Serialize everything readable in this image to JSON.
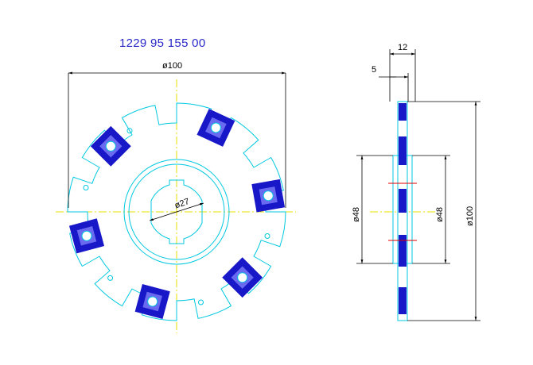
{
  "part_number": "1229 95 155 00",
  "front_view": {
    "outer_diameter_label": "ø100",
    "bore_diameter_label": "ø27",
    "pad_count": 6,
    "pad_angles_deg": [
      -65,
      -10,
      45,
      105,
      165,
      225
    ],
    "hole_angles_deg": [
      -120,
      15,
      75,
      135,
      195
    ]
  },
  "side_view": {
    "width_label": "12",
    "offset_label": "5",
    "left_diameter_label": "ø48",
    "right_diameter_label": "ø48",
    "outer_diameter_label": "ø100"
  },
  "colors": {
    "outline": "#00c8e0",
    "center_line": "#e8e000",
    "pad": "#1818c8",
    "dimension": "#000000",
    "text": "#2828c8",
    "cut_mark": "#e00000"
  }
}
